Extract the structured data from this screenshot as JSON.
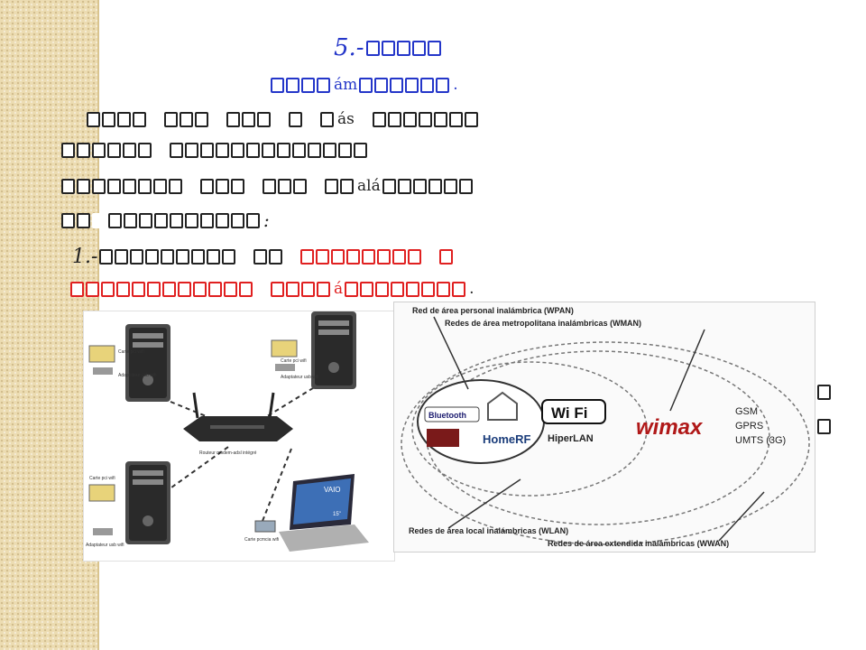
{
  "slide": {
    "heading_number": "5.- ",
    "heading_mid": "ám",
    "heading_end": ".",
    "body_frag_1": "ás",
    "body_frag_2": "alá",
    "body_frag_3": ":",
    "item_number": "1.- ",
    "item_frag": "á",
    "item_end": "."
  },
  "network_diagram": {
    "labels": {
      "pci_card_1": "Carte pci wifi",
      "usb_adapter_1": "Adaptateur usb wifi",
      "pci_card_2": "Carte pci wifi",
      "usb_adapter_2": "Adaptateur usb wifi",
      "pci_card_3": "Carte pci wifi",
      "usb_adapter_3": "Adaptateur usb wifi",
      "router": "Routeur modem-adsl intégré",
      "pcmcia_card": "Carte pcmcia wifi",
      "laptop_brand": "VAIO",
      "screen_size": "15\""
    }
  },
  "wireless_diagram": {
    "labels": {
      "wpan": "Red de área personal inalámbrica (WPAN)",
      "wman": "Redes de área metropolitana inalámbricas (WMAN)",
      "wlan": "Redes de área local inalámbricas (WLAN)",
      "wwan": "Redes de área extendida inalámbricas (WWAN)",
      "bluetooth": "Bluetooth",
      "homerf": "HomeRF",
      "wifi": "Wi Fi",
      "hiperlan": "HiperLAN",
      "wimax": "wimax",
      "gsm": "GSM",
      "gprs": "GPRS",
      "umts": "UMTS (3G)"
    }
  }
}
